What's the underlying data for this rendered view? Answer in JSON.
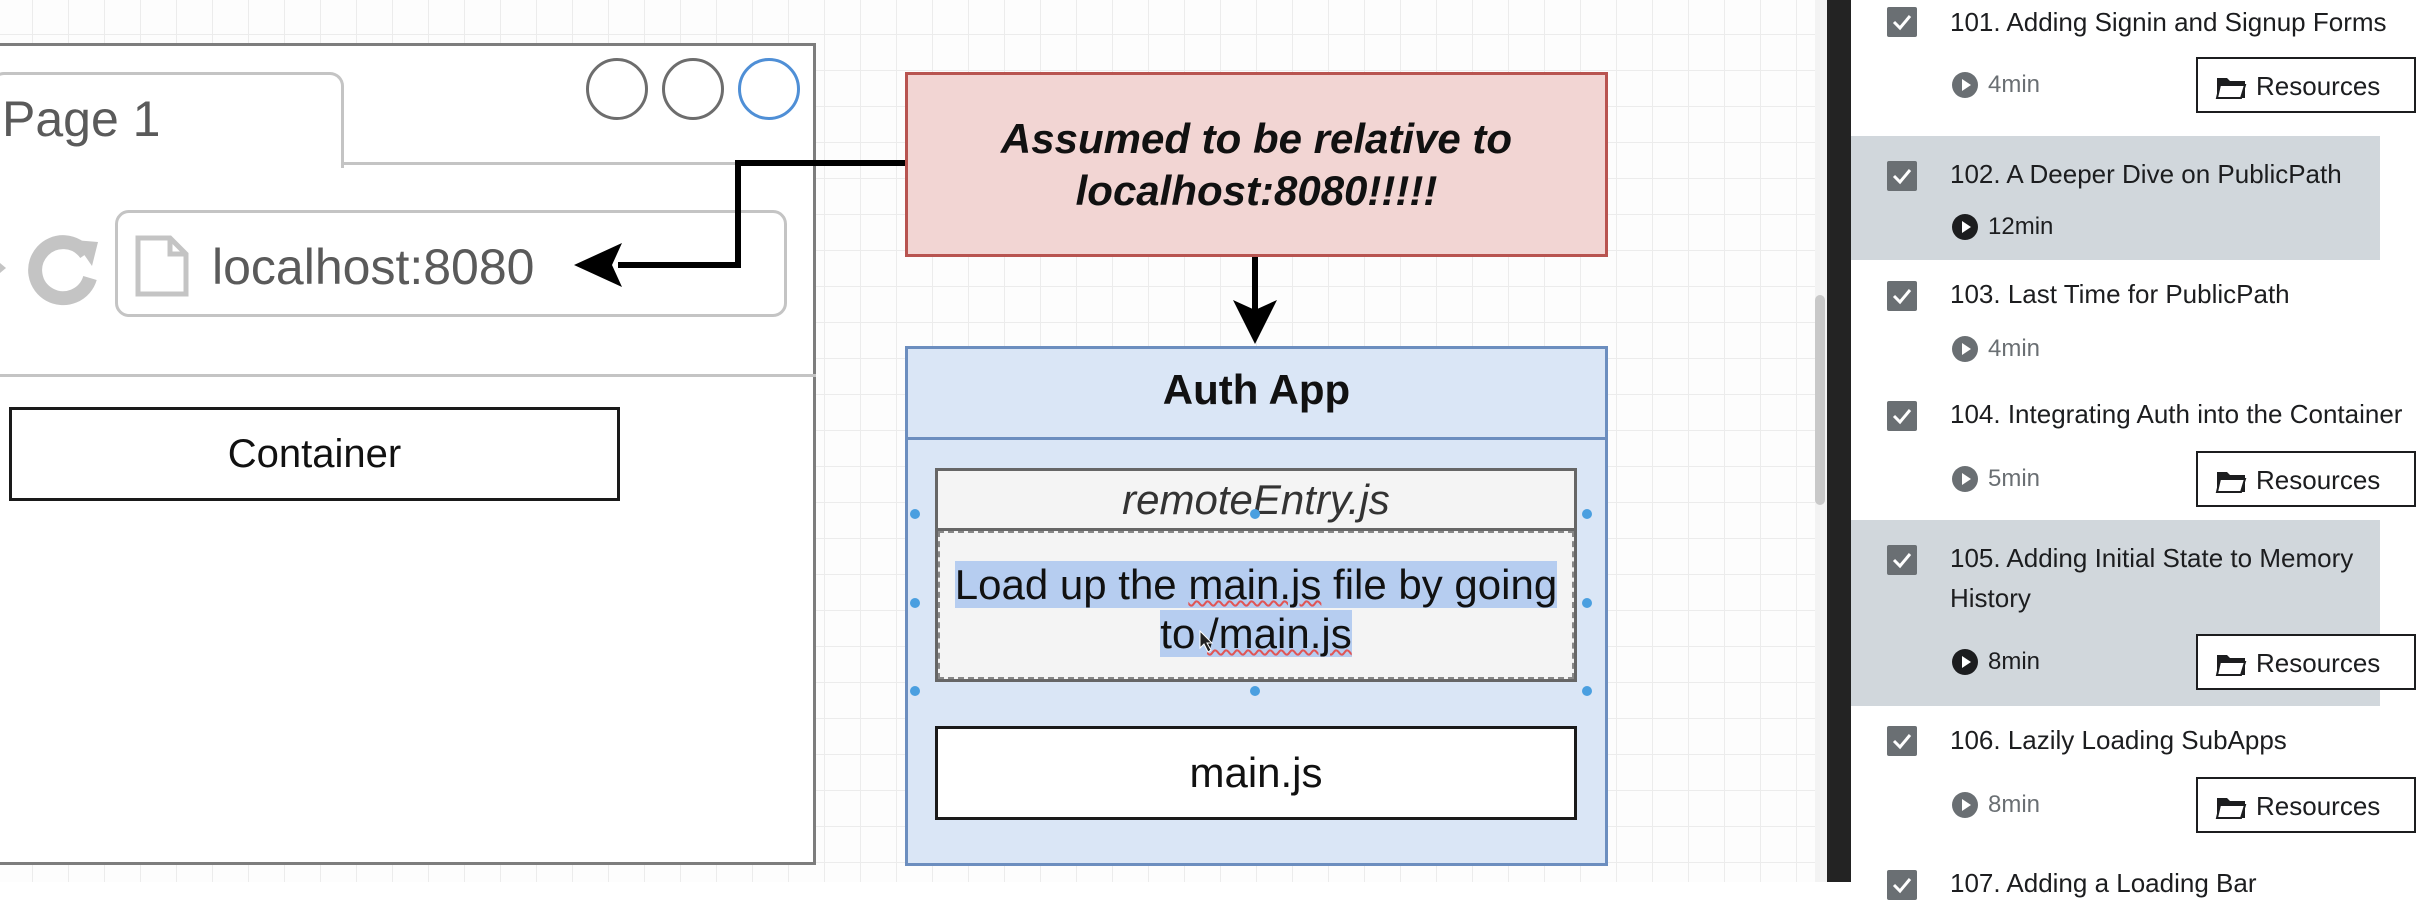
{
  "diagram": {
    "browser": {
      "tab_title": "Page 1",
      "url": "localhost:8080",
      "container_label": "Container"
    },
    "note": {
      "line1": "Assumed to be relative to",
      "line2": "localhost:8080!!!!!"
    },
    "auth_app": {
      "title": "Auth App",
      "remote_entry_title": "remoteEntry.js",
      "remote_entry_desc": {
        "part1": "Load up the ",
        "main_word": "main.js",
        "part2": " file by going",
        "part3": "to ",
        "path": "/main.js"
      },
      "main_box_label": "main.js"
    }
  },
  "sidebar": {
    "lectures": [
      {
        "title": "101. Adding Signin and Signup Forms",
        "duration": "4min",
        "resources_label": "Resources",
        "completed": true,
        "active": false
      },
      {
        "title": "102. A Deeper Dive on PublicPath",
        "duration": "12min",
        "completed": true,
        "active": true
      },
      {
        "title": "103. Last Time for PublicPath",
        "duration": "4min",
        "completed": true,
        "active": false
      },
      {
        "title": "104. Integrating Auth into the Container",
        "duration": "5min",
        "resources_label": "Resources",
        "completed": true,
        "active": false
      },
      {
        "title": "105. Adding Initial State to Memory History",
        "duration": "8min",
        "resources_label": "Resources",
        "completed": true,
        "active": true
      },
      {
        "title": "106. Lazily Loading SubApps",
        "duration": "8min",
        "resources_label": "Resources",
        "completed": true,
        "active": false
      },
      {
        "title": "107. Adding a Loading Bar",
        "completed": true,
        "active": false
      }
    ]
  },
  "colors": {
    "note_fill": "#f2d5d3",
    "note_stroke": "#b85450",
    "app_fill": "#dae6f6",
    "app_stroke": "#6c8ebf",
    "selection": "#b6cdf0",
    "active_lecture_bg": "#d1d7dc"
  },
  "icons": [
    "reload-icon",
    "file-icon",
    "check-icon",
    "play-icon",
    "folder-icon",
    "text-cursor-icon"
  ]
}
